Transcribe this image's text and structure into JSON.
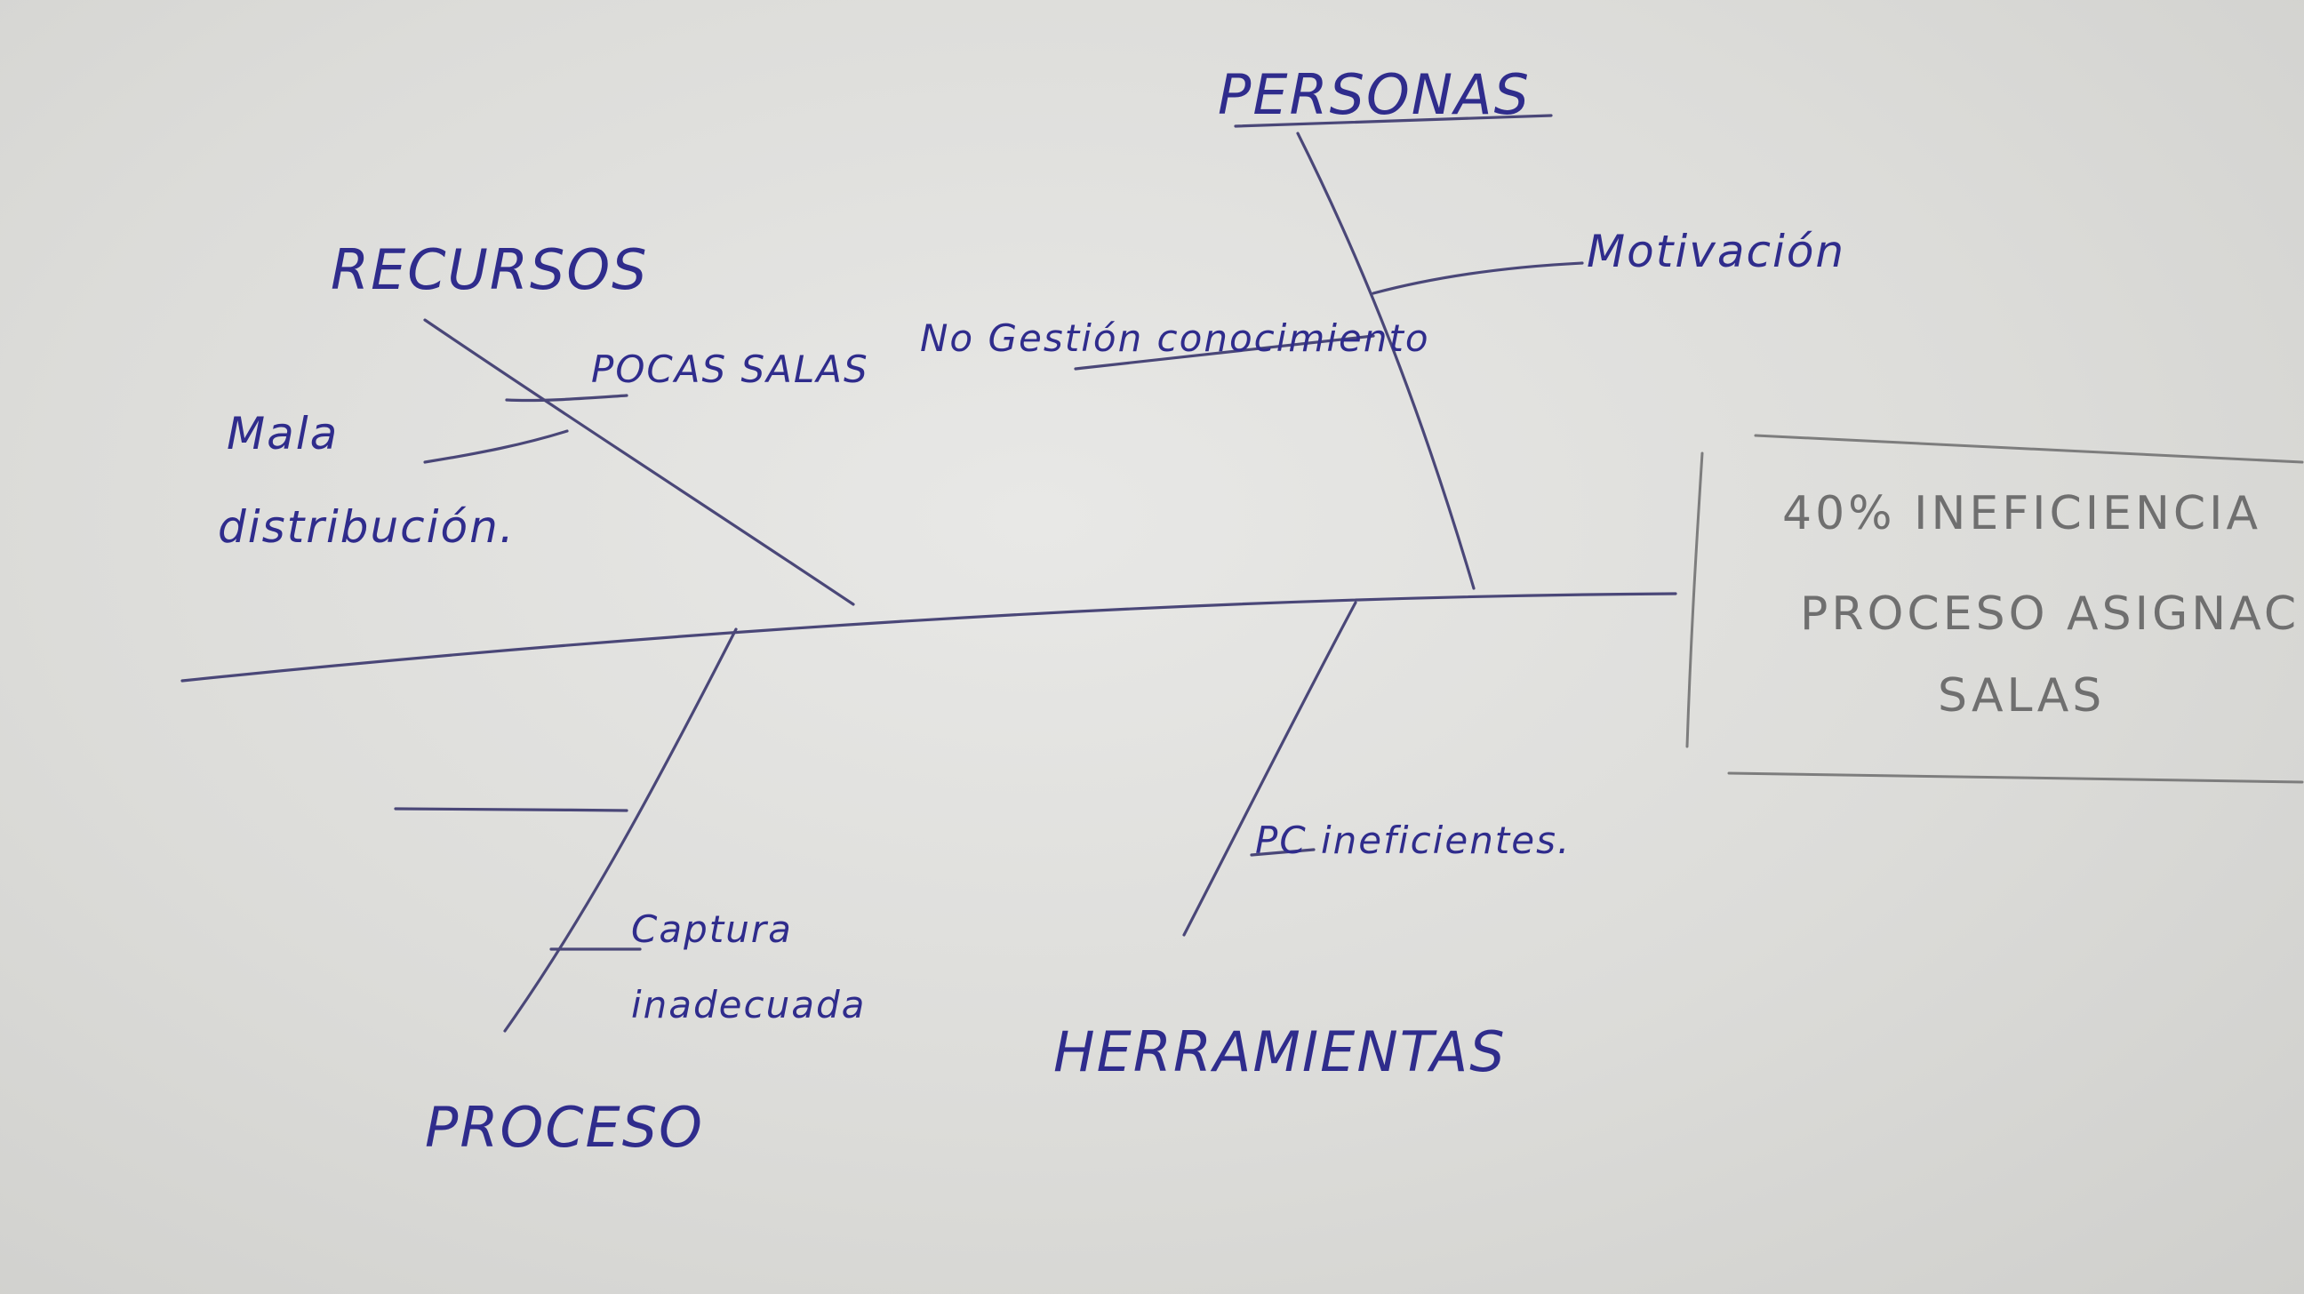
{
  "diagram": {
    "categories": {
      "personal": "PERSONAS",
      "recursos": "RECURSOS",
      "proceso": "PROCESO",
      "herramientas": "HERRAMIENTAS"
    },
    "causes": {
      "motivacion": "Motivación",
      "no_gestion": "No Gestión conocimiento",
      "pocas_salas": "POCAS SALAS",
      "mala_1": "Mala",
      "mala_2": "distribución.",
      "captura_1": "Captura",
      "captura_2": "inadecuada",
      "pc": "PC ineficientes."
    },
    "effect": {
      "line1": "40% INEFICIENCIA",
      "line2": "PROCESO ASIGNACIÓN",
      "line3": "SALAS"
    },
    "colors": {
      "ink": "#2f2c8c",
      "pencil": "#6f6f6f",
      "paper": "#dcdcd9"
    }
  }
}
